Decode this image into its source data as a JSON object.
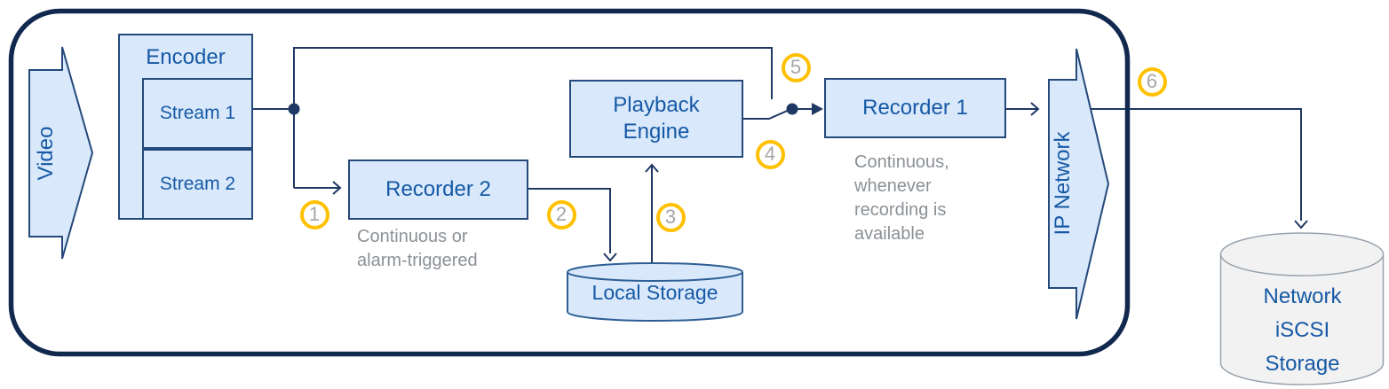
{
  "colors": {
    "outer_border": "#12294F",
    "connector": "#1F3864",
    "box_fill": "#D9E9FB",
    "box_border": "#24497A",
    "label_blue": "#1659A5",
    "note_gray": "#8C9196",
    "marker_ring": "#FFC000",
    "marker_number": "#A6A6A6",
    "storage_fill": "#F2F2F2",
    "storage_border": "#9AA3AD"
  },
  "nodes": {
    "video": {
      "label": "Video"
    },
    "encoder": {
      "label": "Encoder",
      "streams": [
        {
          "label": "Stream 1"
        },
        {
          "label": "Stream 2"
        }
      ]
    },
    "recorder2": {
      "label": "Recorder 2",
      "note": "Continuous or\nalarm-triggered"
    },
    "playback_engine": {
      "label": "Playback\nEngine"
    },
    "local_storage": {
      "label": "Local Storage"
    },
    "recorder1": {
      "label": "Recorder 1",
      "note": "Continuous,\nwhenever\nrecording is\navailable"
    },
    "ip_network": {
      "label": "IP Network"
    },
    "network_storage": {
      "label": "Network\niSCSI\nStorage"
    }
  },
  "markers": [
    "1",
    "2",
    "3",
    "4",
    "5",
    "6"
  ]
}
